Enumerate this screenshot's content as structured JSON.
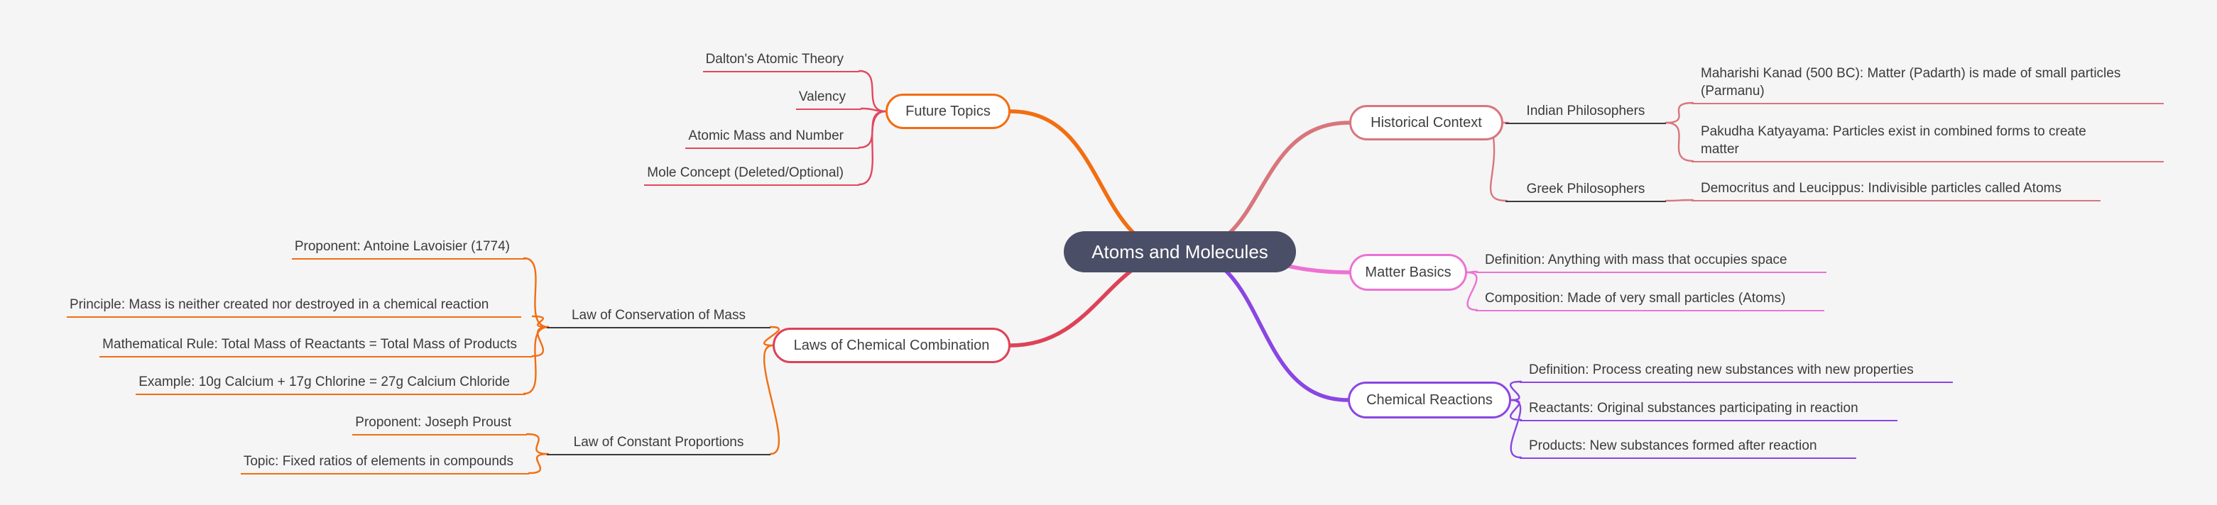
{
  "title": "Atoms and Molecules mind map",
  "colors": {
    "bg": "#f5f5f6",
    "central-bg": "#4a4e66",
    "orange": "#f26e11",
    "red-thick": "#dd4257",
    "red-thin": "#e2475c",
    "salmon": "#d8767c",
    "pink": "#ed72d3",
    "purple": "#8a46e3",
    "leaf-text": "#3b3b3b",
    "box-text": "#3f3f3f"
  },
  "central": {
    "label": "Atoms and Molecules"
  },
  "branches": {
    "future_topics": {
      "label": "Future Topics",
      "children": {
        "dalton": "Dalton's Atomic Theory",
        "valency": "Valency",
        "atomic_mass": "Atomic Mass and Number",
        "mole": "Mole Concept (Deleted/Optional)"
      }
    },
    "laws": {
      "label": "Laws of Chemical Combination",
      "conservation": {
        "label": "Law of Conservation of Mass",
        "children": {
          "proponent": "Proponent: Antoine Lavoisier (1774)",
          "principle": "Principle: Mass is neither created nor destroyed in a chemical reaction",
          "math_rule": "Mathematical Rule: Total Mass of Reactants = Total Mass of Products",
          "example": "Example: 10g Calcium + 17g Chlorine = 27g Calcium Chloride"
        }
      },
      "constant": {
        "label": "Law of Constant Proportions",
        "children": {
          "proponent": "Proponent: Joseph Proust",
          "topic": "Topic: Fixed ratios of elements in compounds"
        }
      }
    },
    "historical": {
      "label": "Historical Context",
      "indian": {
        "label": "Indian Philosophers",
        "children": {
          "kanad": "Maharishi Kanad (500 BC): Matter (Padarth) is made of small particles (Parmanu)",
          "pakudha": "Pakudha Katyayama: Particles exist in combined forms to create matter"
        }
      },
      "greek": {
        "label": "Greek Philosophers",
        "children": {
          "democritus": "Democritus and Leucippus: Indivisible particles called Atoms"
        }
      }
    },
    "matter": {
      "label": "Matter Basics",
      "children": {
        "definition": "Definition: Anything with mass that occupies space",
        "composition": "Composition: Made of very small particles (Atoms)"
      }
    },
    "chemical": {
      "label": "Chemical Reactions",
      "children": {
        "definition": "Definition: Process creating new substances with new properties",
        "reactants": "Reactants: Original substances participating in reaction",
        "products": "Products: New substances formed after reaction"
      }
    }
  }
}
